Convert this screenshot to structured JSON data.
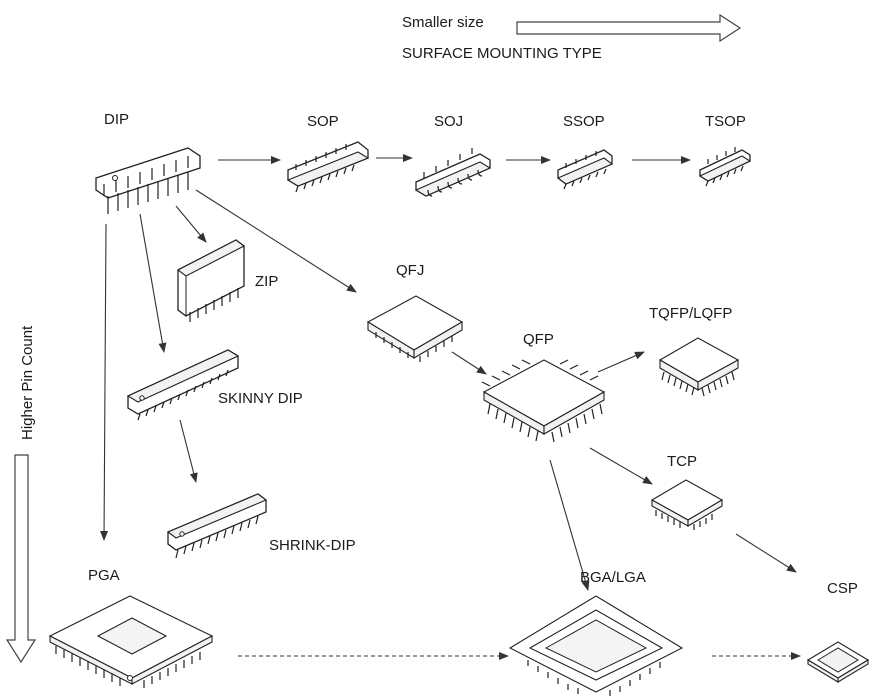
{
  "legend": {
    "smaller_size": "Smaller size",
    "surface_mounting": "SURFACE MOUNTING TYPE",
    "higher_pin_count": "Higher Pin Count"
  },
  "packages": {
    "dip": "DIP",
    "sop": "SOP",
    "soj": "SOJ",
    "ssop": "SSOP",
    "tsop": "TSOP",
    "zip": "ZIP",
    "qfj": "QFJ",
    "qfp": "QFP",
    "tqfp": "TQFP/LQFP",
    "skinny_dip": "SKINNY DIP",
    "tcp": "TCP",
    "shrink_dip": "SHRINK-DIP",
    "pga": "PGA",
    "bga": "BGA/LGA",
    "csp": "CSP"
  }
}
